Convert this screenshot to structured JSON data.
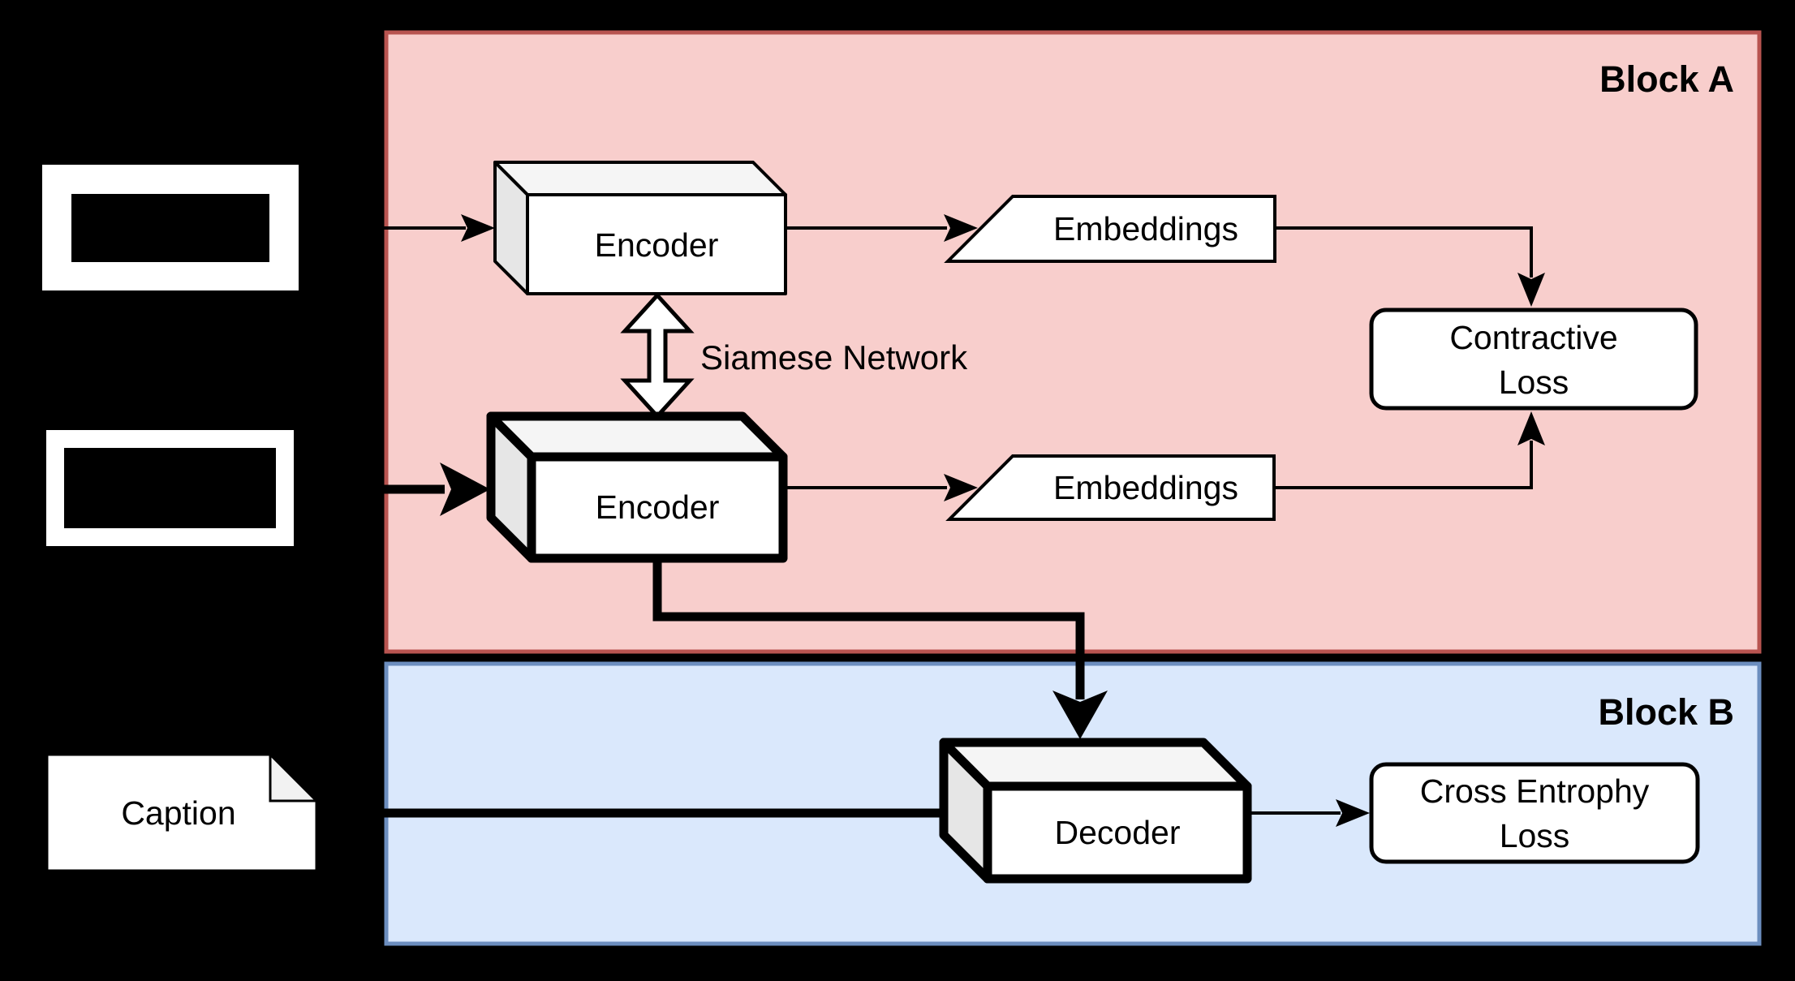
{
  "blocks": {
    "block_a": {
      "label": "Block A"
    },
    "block_b": {
      "label": "Block B"
    }
  },
  "nodes": {
    "encoder_top": {
      "label": "Encoder"
    },
    "encoder_bottom": {
      "label": "Encoder"
    },
    "embeddings_top": {
      "label": "Embeddings"
    },
    "embeddings_bottom": {
      "label": "Embeddings"
    },
    "contractive_loss": {
      "line1": "Contractive",
      "line2": "Loss"
    },
    "decoder": {
      "label": "Decoder"
    },
    "cross_entropy_loss": {
      "line1": "Cross Entrophy",
      "line2": "Loss"
    },
    "caption": {
      "label": "Caption"
    }
  },
  "annotations": {
    "siamese": "Siamese Network"
  },
  "colors": {
    "canvas": "#000000",
    "block_a_fill": "#f8cecc",
    "block_a_border": "#b85450",
    "block_b_fill": "#dae8fc",
    "block_b_border": "#6c8ebf",
    "cube_top": "#f5f5f5",
    "cube_side": "#e6e6e6",
    "cube_front": "#ffffff",
    "note_fold": "#f2f2f2"
  }
}
